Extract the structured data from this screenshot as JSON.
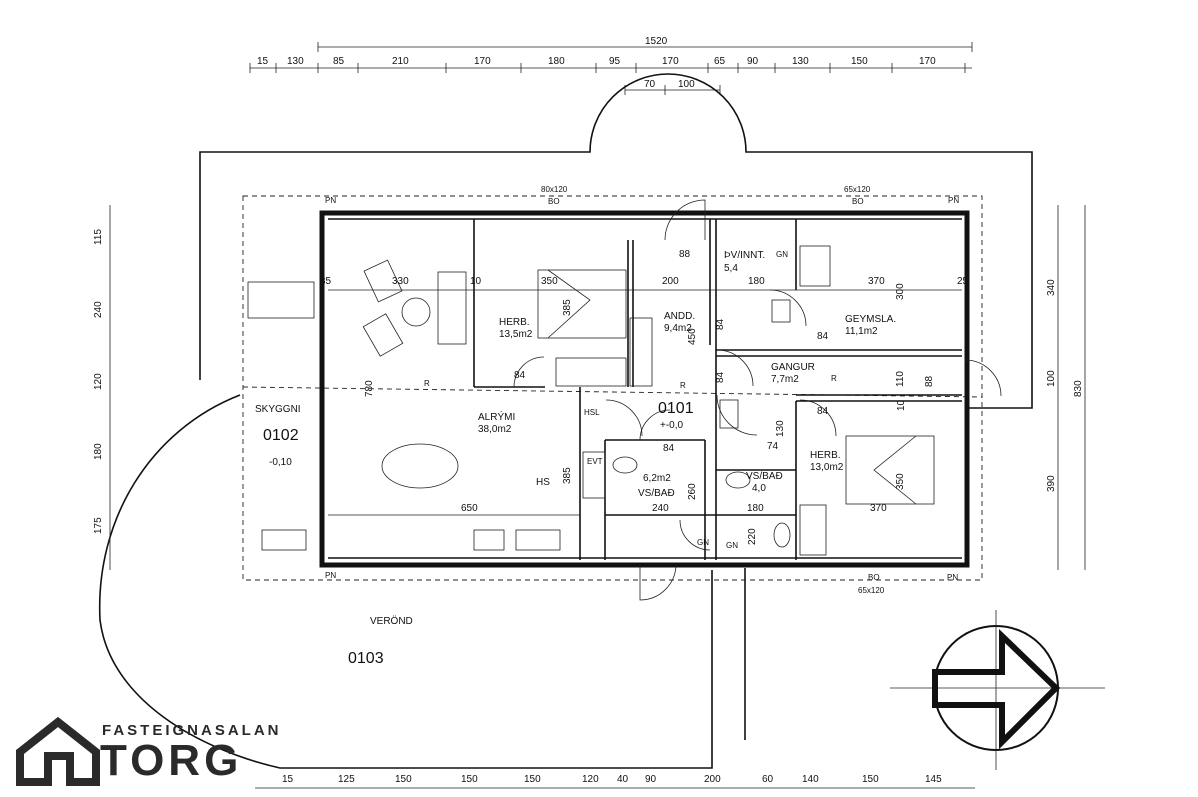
{
  "dimensions": {
    "top_total": "1520",
    "top_row": [
      "15",
      "130",
      "85",
      "210",
      "170",
      "180",
      "95",
      "170",
      "65",
      "90",
      "130",
      "150",
      "170"
    ],
    "top_row2": [
      "70",
      "100"
    ],
    "bottom_row": [
      "15",
      "125",
      "150",
      "150",
      "150",
      "120",
      "40",
      "90",
      "200",
      "60",
      "140",
      "150",
      "145"
    ],
    "left_col": [
      "115",
      "240",
      "120",
      "180",
      "175"
    ],
    "right_col": [
      "340",
      "100",
      "390"
    ],
    "right_total": "830"
  },
  "rooms": {
    "herb1": {
      "name": "HERB.",
      "area": "13,5m2"
    },
    "andd": {
      "name": "ANDD.",
      "area": "9,4m2"
    },
    "pv": {
      "name": "ÞV/INNT.",
      "area": "5,4"
    },
    "geymsla": {
      "name": "GEYMSLA.",
      "area": "11,1m2"
    },
    "gangur": {
      "name": "GANGUR",
      "area": "7,7m2"
    },
    "alrymi": {
      "name": "ALRÝMI",
      "area": "38,0m2"
    },
    "vsbad1": {
      "area": "6,2m2",
      "name": "VS/BAÐ"
    },
    "vsbad2": {
      "name": "VS/BAÐ",
      "area": "4,0"
    },
    "herb2": {
      "name": "HERB.",
      "area": "13,0m2"
    },
    "skyggni": {
      "name": "SKYGGNI",
      "num": "0102",
      "level": "-0,10"
    },
    "verond": {
      "name": "VERÖND",
      "num": "0103"
    },
    "main": {
      "num": "0101",
      "level": "+-0,0"
    }
  },
  "labels": {
    "window_80": "80x120",
    "window_65a": "65x120",
    "window_65b": "65x120",
    "pn": "PN",
    "bo": "BO",
    "gn": "GN",
    "r": "R",
    "hs": "HS",
    "hsl": "HSL",
    "evt": "EVT",
    "inner_dims": [
      "330",
      "350",
      "200",
      "180",
      "370",
      "300",
      "385",
      "450",
      "84",
      "88",
      "10",
      "25",
      "35",
      "780",
      "650",
      "385",
      "240",
      "180",
      "370",
      "350",
      "260",
      "220",
      "130",
      "74",
      "110",
      "88",
      "10",
      "84",
      "84",
      "84",
      "84",
      "84"
    ]
  },
  "logo": {
    "sub": "FASTEIGNASALAN",
    "main": "TORG"
  }
}
